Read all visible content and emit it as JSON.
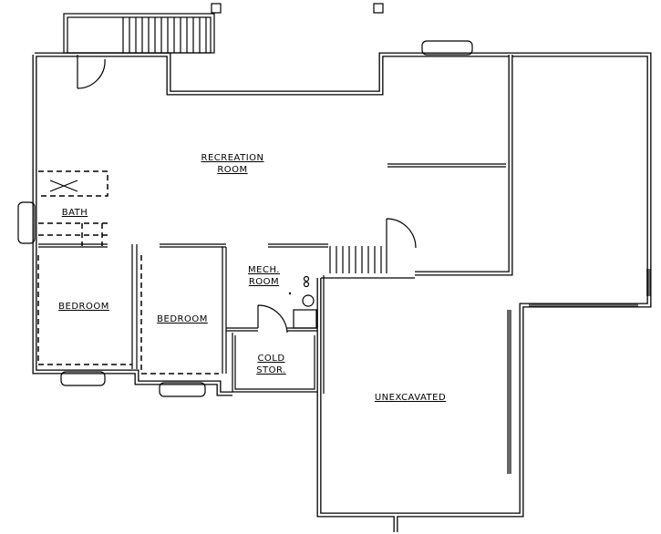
{
  "rooms": {
    "recreation": "RECREATION",
    "recreation2": "ROOM",
    "bath": "BATH",
    "bedroom1": "BEDROOM",
    "bedroom2": "BEDROOM",
    "mech": "MECH.",
    "mech2": "ROOM",
    "cold": "COLD",
    "cold2": "STOR.",
    "unexcavated": "UNEXCAVATED"
  }
}
